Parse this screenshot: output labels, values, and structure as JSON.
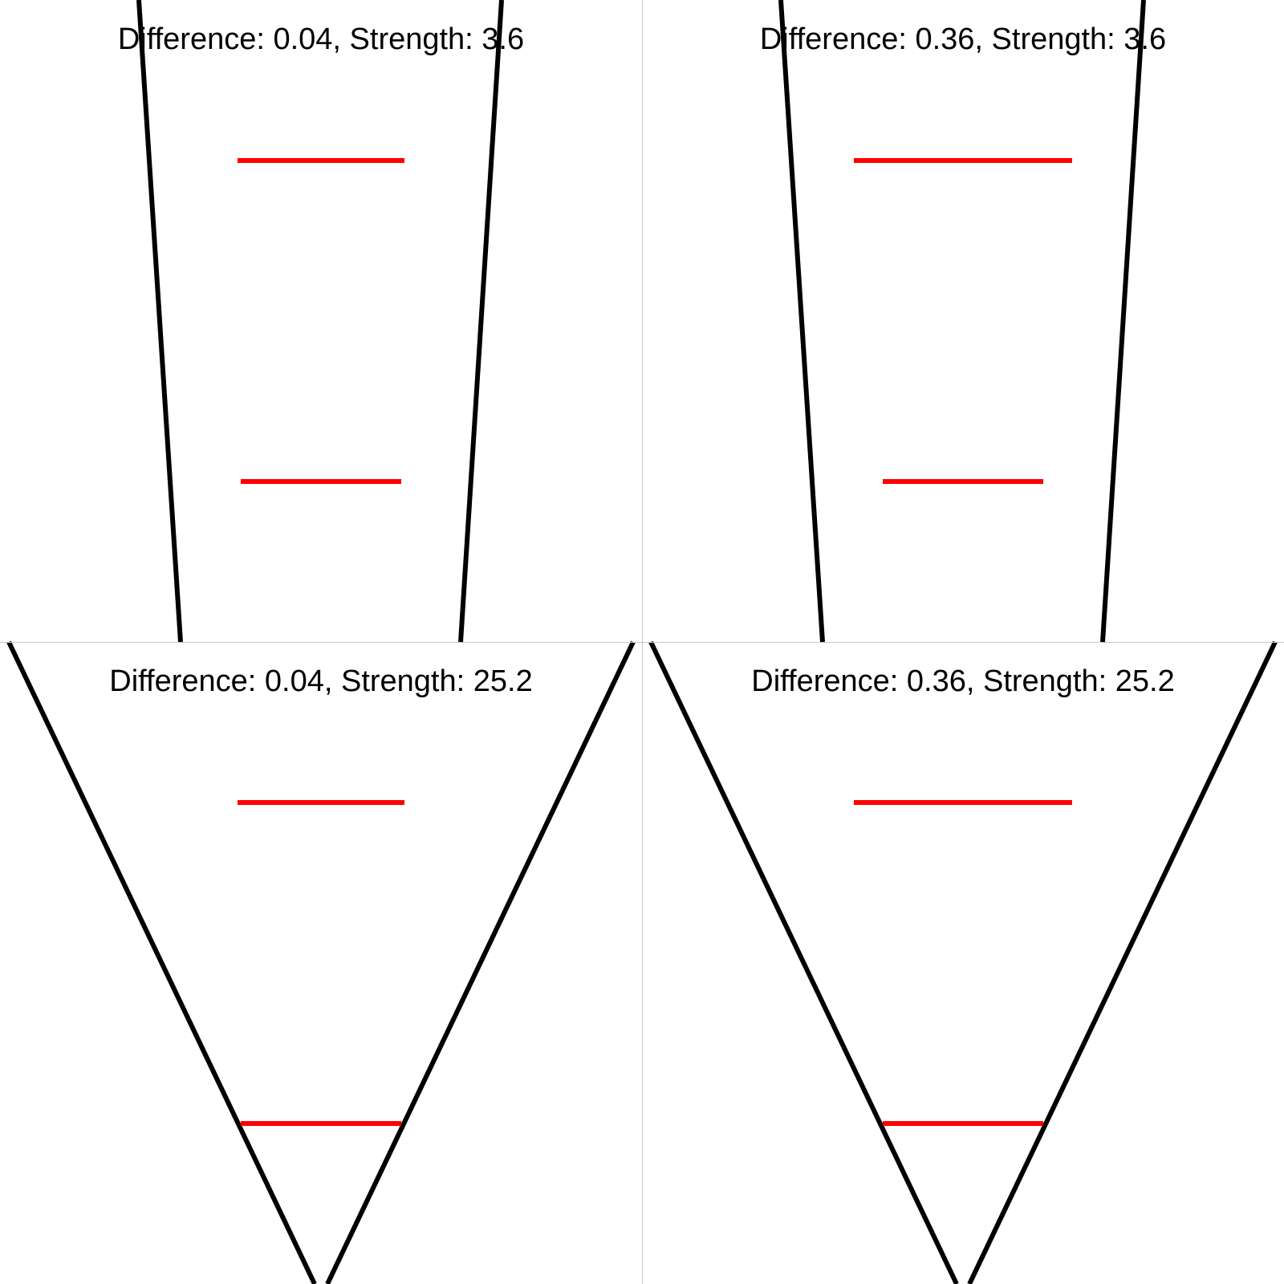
{
  "panels": [
    {
      "title": "Difference: 0.04, Strength: 3.6",
      "difference": 0.04,
      "strength": 3.6
    },
    {
      "title": "Difference: 0.36, Strength: 3.6",
      "difference": 0.36,
      "strength": 3.6
    },
    {
      "title": "Difference: 0.04, Strength: 25.2",
      "difference": 0.04,
      "strength": 25.2
    },
    {
      "title": "Difference: 0.36, Strength: 25.2",
      "difference": 0.36,
      "strength": 25.2
    }
  ],
  "colors": {
    "inducer_lines": "#000000",
    "test_lines": "#ff0000",
    "divider": "#c8c8c8",
    "background": "#ffffff"
  }
}
